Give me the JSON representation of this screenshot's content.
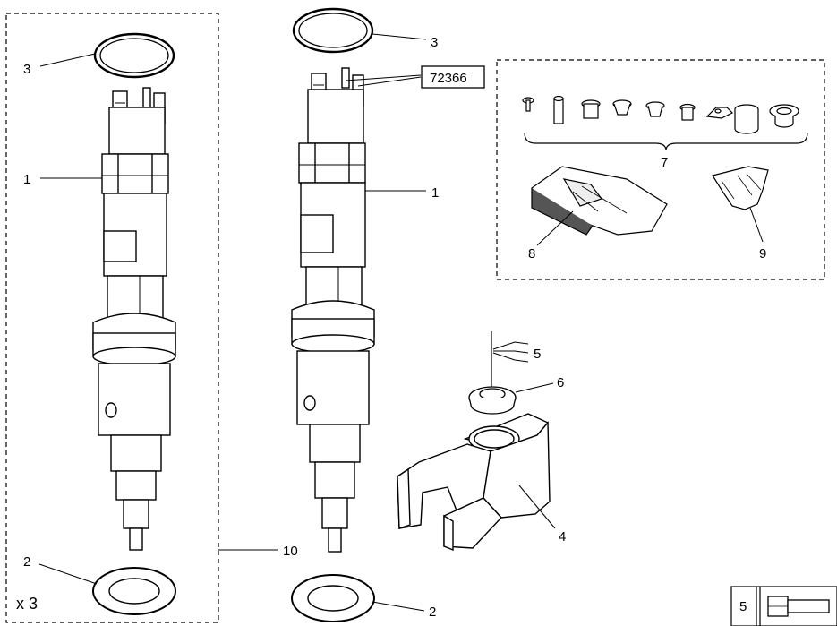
{
  "callouts": {
    "injector_left": "1",
    "injector_right": "1",
    "washer_left": "2",
    "washer_right": "2",
    "oring_left": "3",
    "oring_right": "3",
    "bracket": "4",
    "bolt": "5",
    "spherical_washer": "6",
    "small_parts_kit": "7",
    "sealing_pad": "8",
    "grease_pouch": "9",
    "kit_frame": "10"
  },
  "part_number_box": "72366",
  "quantity_label": "x 3",
  "legend": {
    "number": "5"
  }
}
